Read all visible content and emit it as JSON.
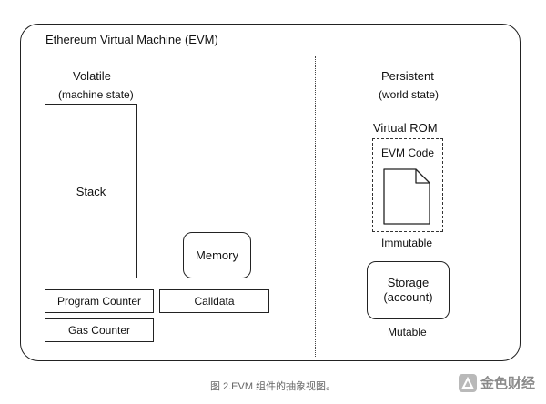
{
  "diagram": {
    "title": "Ethereum Virtual Machine (EVM)",
    "volatile": {
      "heading": "Volatile",
      "subheading": "(machine state)"
    },
    "persistent": {
      "heading": "Persistent",
      "subheading": "(world state)"
    },
    "stack_label": "Stack",
    "memory_label": "Memory",
    "program_counter_label": "Program Counter",
    "calldata_label": "Calldata",
    "gas_counter_label": "Gas Counter",
    "virtual_rom_label": "Virtual ROM",
    "evm_code_label": "EVM Code",
    "immutable_label": "Immutable",
    "storage_label": "Storage\n(account)",
    "mutable_label": "Mutable"
  },
  "caption": "图 2.EVM 组件的抽象视图。",
  "watermark": {
    "text": "金色财经"
  },
  "icons": [
    "document-icon",
    "watermark-logo-icon"
  ]
}
